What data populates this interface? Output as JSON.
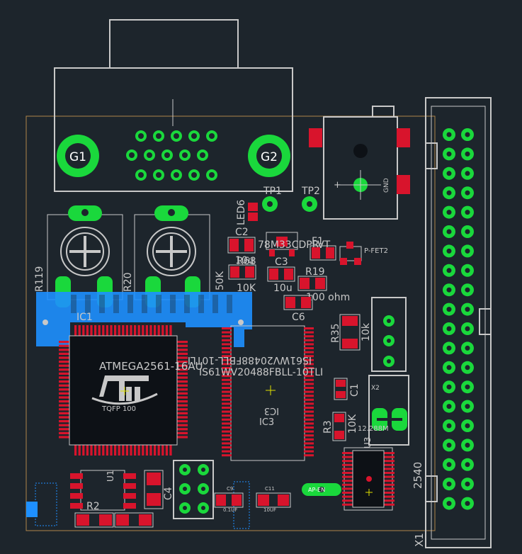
{
  "colors": {
    "background": "#1d252c",
    "silkscreen": "#c8c8c8",
    "copper_pad": "#d8142c",
    "via_pad": "#1ad83c",
    "keepout": "#1e90ff",
    "outline": "#b0854a"
  },
  "labels": {
    "g1": "G1",
    "g2": "G2",
    "led6": "LED6",
    "tp1": "TP1",
    "tp2": "TP2",
    "gnd": "GND",
    "c2": "C2",
    "c2_val": "10u",
    "reg": "78M33CDPR",
    "reg_tail": "VT",
    "f1": "F1",
    "pfet": "P-FET2",
    "r68": "R68",
    "r68_val": "10K",
    "c3": "C3",
    "c3_val": "10u",
    "r19": "R19",
    "r19_val": "100 ohm",
    "r119": "R119",
    "r20": "R20",
    "r50k": "50K",
    "ic1": "IC1",
    "mcu": "ATMEGA2561-16AU",
    "tqfp": "TQFP 100",
    "c6": "C6",
    "ram_top": "IS61WV20488FBLL-10TLI",
    "ram_bot": "IS61WV20488FBLL-10TLI",
    "ic3": "IC3",
    "r35": "R35",
    "r35_val": "10k",
    "c1": "C1",
    "r3": "R3",
    "r3_val": "10K",
    "u3": "U3",
    "x2": "X2",
    "osc": "12.288M",
    "conn": "2540",
    "x1": "X1",
    "u1": "U1",
    "r2": "R2",
    "c4": "C4",
    "c9": "C9",
    "c9_val": "0.1UF",
    "c11": "C11",
    "c11_val": "10UF",
    "apen": "AP-EN"
  }
}
